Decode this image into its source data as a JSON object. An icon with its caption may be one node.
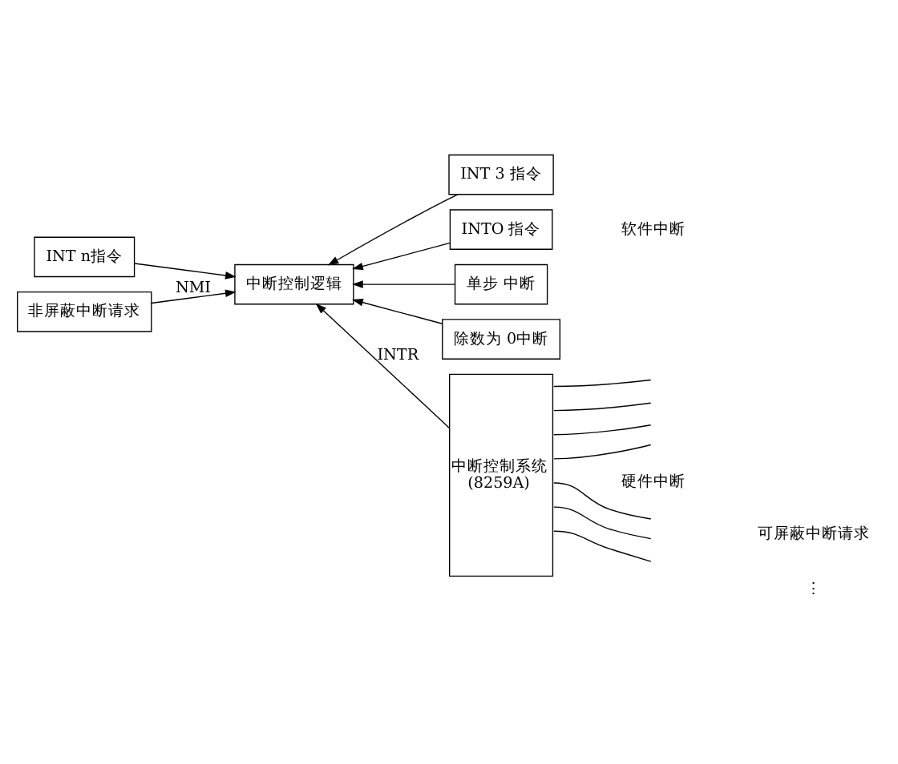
{
  "diagram": {
    "nodes": [
      {
        "text": [
          "INT n指令"
        ]
      },
      {
        "text": [
          "中断控制逻辑"
        ]
      },
      {
        "text": [
          "INT 3 指令"
        ]
      },
      {
        "text": [
          "INTO 指令"
        ]
      },
      {
        "text": [
          "单步 中断"
        ]
      },
      {
        "text": [
          "除数为 0中断"
        ]
      },
      {
        "text": [
          "非屏蔽中断请求"
        ]
      },
      {
        "text": [
          "中断控制系统",
          "(8259A)"
        ]
      }
    ],
    "edges": [
      {
        "from": 0,
        "to": 1,
        "arrow": "to"
      },
      {
        "from": 2,
        "to": 1,
        "arrow": "to"
      },
      {
        "from": 3,
        "to": 1,
        "arrow": "to"
      },
      {
        "from": 4,
        "to": 1,
        "arrow": "to"
      },
      {
        "from": 5,
        "to": 1,
        "arrow": "to"
      },
      {
        "from": 6,
        "to": 1,
        "arrow": "to",
        "label": "NMI"
      },
      {
        "from": 7,
        "to": 1,
        "arrow": "to",
        "label": "INTR"
      },
      {
        "from": null,
        "to": 7,
        "arrow": "none"
      },
      {
        "from": null,
        "to": 7,
        "arrow": "none"
      },
      {
        "from": null,
        "to": 7,
        "arrow": "none"
      },
      {
        "from": null,
        "to": 7,
        "arrow": "none"
      },
      {
        "from": null,
        "to": 7,
        "arrow": "none"
      },
      {
        "from": null,
        "to": 7,
        "arrow": "none"
      },
      {
        "from": null,
        "to": 7,
        "arrow": "none"
      }
    ],
    "labels": [
      "软件中断",
      "可屏蔽中断请求",
      "⋮",
      "硬件中断"
    ]
  }
}
